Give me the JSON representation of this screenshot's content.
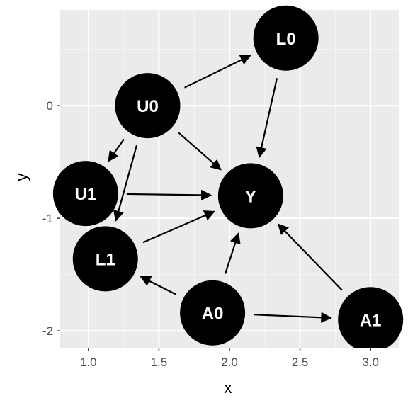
{
  "plot": {
    "xlabel": "x",
    "ylabel": "y",
    "xlim": [
      0.8,
      3.2
    ],
    "ylim": [
      -2.15,
      0.85
    ],
    "x_ticks": [
      {
        "value": 1.0,
        "label": "1.0"
      },
      {
        "value": 1.5,
        "label": "1.5"
      },
      {
        "value": 2.0,
        "label": "2.0"
      },
      {
        "value": 2.5,
        "label": "2.5"
      },
      {
        "value": 3.0,
        "label": "3.0"
      }
    ],
    "y_ticks": [
      {
        "value": 0,
        "label": "0"
      },
      {
        "value": -1,
        "label": "-1"
      },
      {
        "value": -2,
        "label": "-2"
      }
    ],
    "x_minor": [
      1.25,
      1.75,
      2.25,
      2.75
    ],
    "y_minor": [
      0.5,
      -0.5,
      -1.5
    ],
    "colors": {
      "panel": "#ebebeb",
      "grid_major": "#ffffff",
      "node_fill": "#000000",
      "node_text": "#ffffff",
      "edge": "#000000"
    }
  },
  "nodes": [
    {
      "id": "L0",
      "label": "L0",
      "x": 2.4,
      "y": 0.6
    },
    {
      "id": "U0",
      "label": "U0",
      "x": 1.42,
      "y": 0.0
    },
    {
      "id": "U1",
      "label": "U1",
      "x": 0.98,
      "y": -0.78
    },
    {
      "id": "Y",
      "label": "Y",
      "x": 2.15,
      "y": -0.8
    },
    {
      "id": "L1",
      "label": "L1",
      "x": 1.12,
      "y": -1.36
    },
    {
      "id": "A0",
      "label": "A0",
      "x": 1.88,
      "y": -1.84
    },
    {
      "id": "A1",
      "label": "A1",
      "x": 3.0,
      "y": -1.9
    }
  ],
  "edges": [
    {
      "from": "U0",
      "to": "L0"
    },
    {
      "from": "U0",
      "to": "U1"
    },
    {
      "from": "U0",
      "to": "L1"
    },
    {
      "from": "U0",
      "to": "Y"
    },
    {
      "from": "L0",
      "to": "Y"
    },
    {
      "from": "U1",
      "to": "Y"
    },
    {
      "from": "L1",
      "to": "Y"
    },
    {
      "from": "A0",
      "to": "Y"
    },
    {
      "from": "A0",
      "to": "L1"
    },
    {
      "from": "A0",
      "to": "A1"
    },
    {
      "from": "A1",
      "to": "Y"
    }
  ]
}
